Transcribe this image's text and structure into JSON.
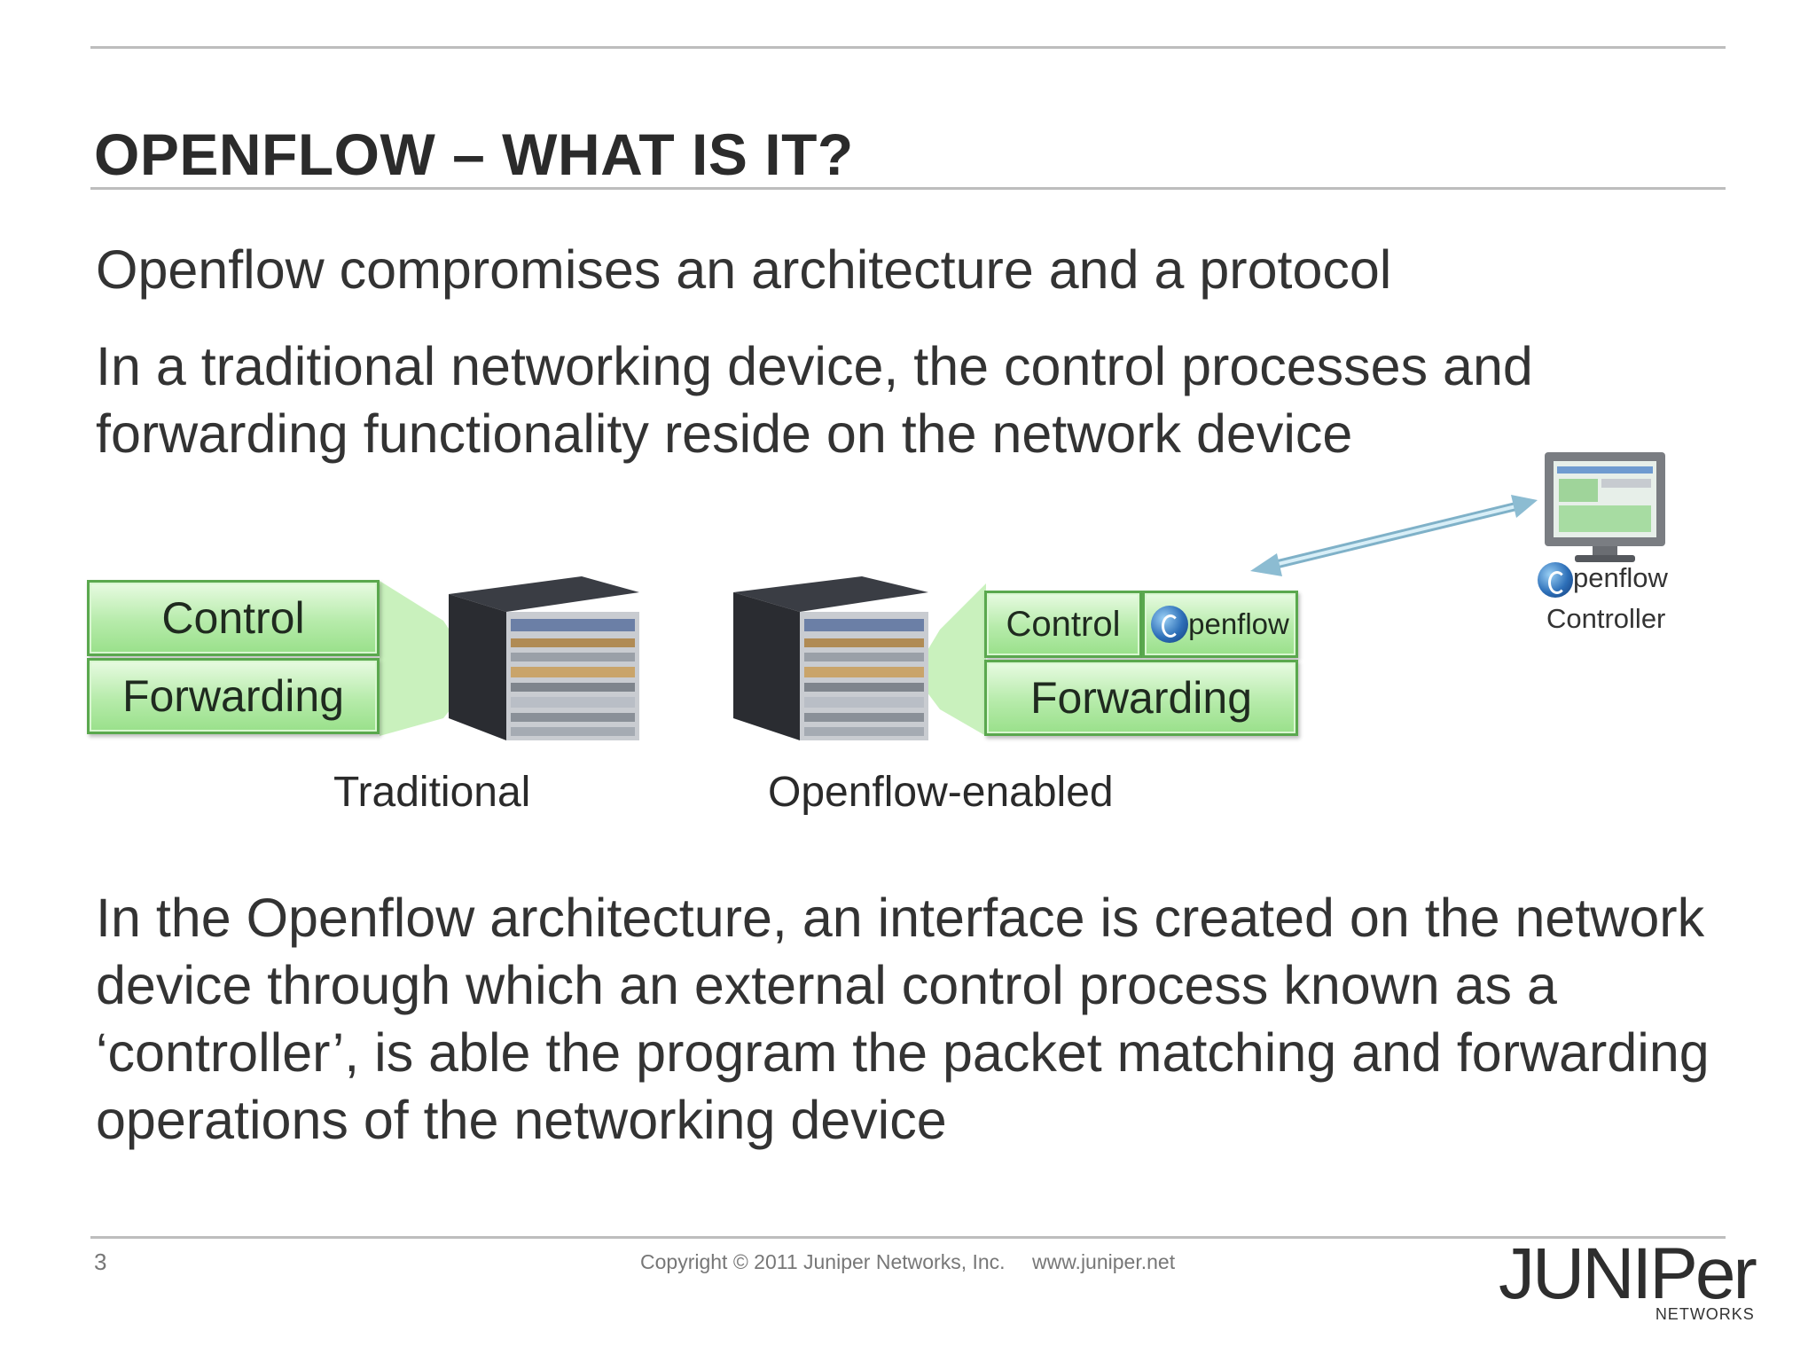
{
  "slide": {
    "title": "OPENFLOW – WHAT IS IT?",
    "paragraph1": "Openflow compromises an architecture and a protocol",
    "paragraph2": "In a traditional networking device, the control processes and forwarding functionality reside on the network device",
    "paragraph3": "In the Openflow architecture, an interface is created on the network device through which an external control process known as a ‘controller’, is able the program the packet matching and forwarding operations of the networking device"
  },
  "diagram": {
    "traditional": {
      "control_label": "Control",
      "forwarding_label": "Forwarding",
      "caption": "Traditional"
    },
    "openflow_enabled": {
      "control_label": "Control",
      "openflow_label": "penflow",
      "forwarding_label": "Forwarding",
      "caption": "Openflow-enabled"
    },
    "controller": {
      "openflow_label": "penflow",
      "caption": "Controller"
    }
  },
  "footer": {
    "page_number": "3",
    "copyright": "Copyright © 2011 Juniper Networks, Inc.",
    "url": "www.juniper.net",
    "logo_word": "JUNIPer",
    "logo_sub": "NETWORKS"
  },
  "colors": {
    "title": "#2b2b2b",
    "body_text": "#333333",
    "green_box": "#b6ebaa",
    "green_border": "#5aa84e",
    "rule": "#bdbdbd"
  }
}
